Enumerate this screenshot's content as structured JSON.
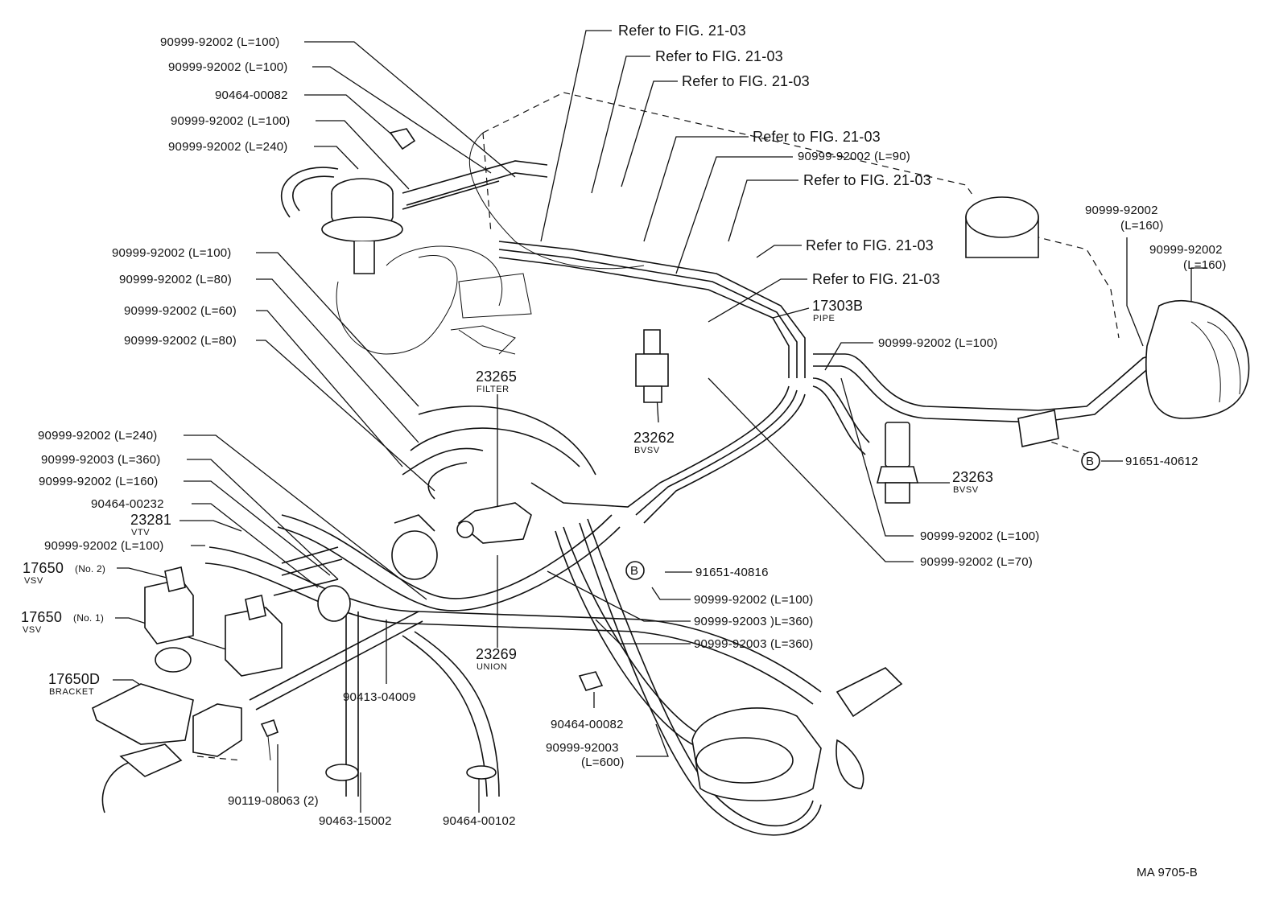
{
  "labels": {
    "ref_1": "Refer to FIG. 21-03",
    "ref_2": "Refer to FIG. 21-03",
    "ref_3": "Refer to FIG. 21-03",
    "ref_4": "Refer to FIG. 21-03",
    "ref_5": "Refer to FIG. 21-03",
    "ref_6": "Refer to FIG. 21-03",
    "ref_7": "Refer to FIG. 21-03",
    "h_tl_1": "90999-92002 (L=100)",
    "h_tl_2": "90999-92002 (L=100)",
    "clip_tl": "90464-00082",
    "h_tl_3": "90999-92002 (L=100)",
    "h_tl_4": "90999-92002 (L=240)",
    "h_ml_1": "90999-92002 (L=100)",
    "h_ml_2": "90999-92002 (L=80)",
    "h_ml_3": "90999-92002 (L=60)",
    "h_ml_4": "90999-92002 (L=80)",
    "h_mid_90": "90999-92002 (L=90)",
    "h_r_1": "90999-92002",
    "h_r_1b": "(L=160)",
    "h_r_2": "90999-92002",
    "h_r_2b": "(L=160)",
    "pipe_num": "17303B",
    "pipe_sub": "PIPE",
    "h_r_100a": "90999-92002 (L=100)",
    "filter_num": "23265",
    "filter_sub": "FILTER",
    "bvsv1_num": "23262",
    "bvsv1_sub": "BVSV",
    "bvsv2_num": "23263",
    "bvsv2_sub": "BVSV",
    "b_circle_1": "B",
    "bolt_r": "91651-40612",
    "h_r_100b": "90999-92002 (L=100)",
    "h_r_70": "90999-92002 (L=70)",
    "h_ll_240": "90999-92002 (L=240)",
    "h_ll_360": "90999-92003 (L=360)",
    "h_ll_160": "90999-92002 (L=160)",
    "clip_ll": "90464-00232",
    "vtv_num": "23281",
    "vtv_sub": "VTV",
    "h_ll_100": "90999-92002 (L=100)",
    "vsv2_num": "17650",
    "vsv2_tag": "(No. 2)",
    "vsv2_sub": "VSV",
    "vsv1_num": "17650",
    "vsv1_tag": "(No. 1)",
    "vsv1_sub": "VSV",
    "bracket_num": "17650D",
    "bracket_sub": "BRACKET",
    "b_circle_2": "B",
    "bolt_m": "91651-40816",
    "h_m_100": "90999-92002 (L=100)",
    "h_m_360a": "90999-92003 )L=360)",
    "h_m_360b": "90999-92003 (L=360)",
    "union_num": "23269",
    "union_sub": "UNION",
    "tee": "90413-04009",
    "clip_m": "90464-00082",
    "h_600": "90999-92003",
    "h_600b": "(L=600)",
    "bolt_b": "90119-08063 (2)",
    "clamp_b": "90463-15002",
    "clip_b": "90464-00102",
    "fig_code": "MA  9705-B"
  }
}
